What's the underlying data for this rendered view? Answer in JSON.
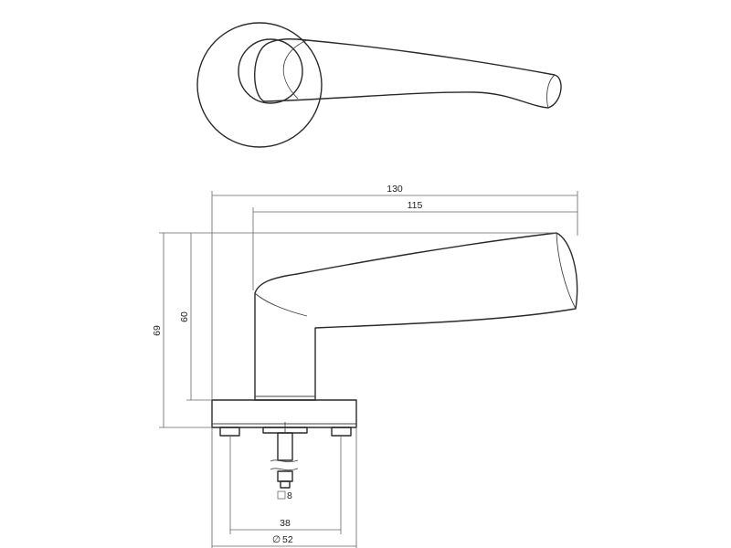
{
  "dimensions": {
    "overall_length": "130",
    "lever_length": "115",
    "height_total": "69",
    "height_lever": "60",
    "spindle_square": "8",
    "screw_spacing": "38",
    "rose_diameter": "52",
    "diameter_symbol": "∅",
    "square_symbol": "□"
  },
  "colors": {
    "line": "#2a2a2a",
    "dimension_line": "#666666",
    "background": "#ffffff"
  }
}
